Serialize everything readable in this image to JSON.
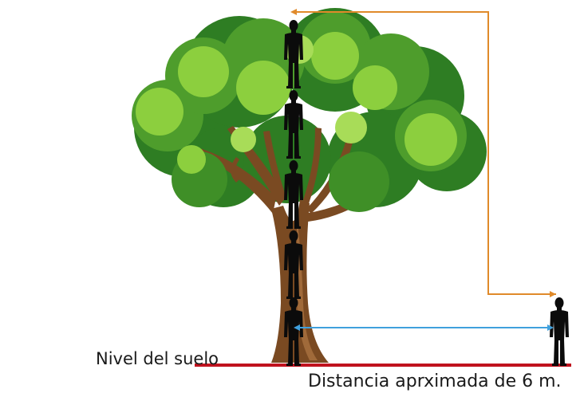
{
  "labels": {
    "ground": "Nivel del suelo",
    "distance": "Distancia aprximada de 6 m."
  },
  "colors": {
    "ground_line": "#c0121e",
    "orange_arrow": "#e08a2a",
    "blue_arrow": "#3fa0dd",
    "silhouette": "#0b0b0b",
    "trunk": "#7a4a22",
    "trunk_light": "#a06a3a",
    "foliage_dark": "#2e7d23",
    "foliage_mid": "#4e9d2c",
    "foliage_light": "#8ccf3e"
  },
  "figures": {
    "stacked_on_tree": 5,
    "observer": 1
  }
}
